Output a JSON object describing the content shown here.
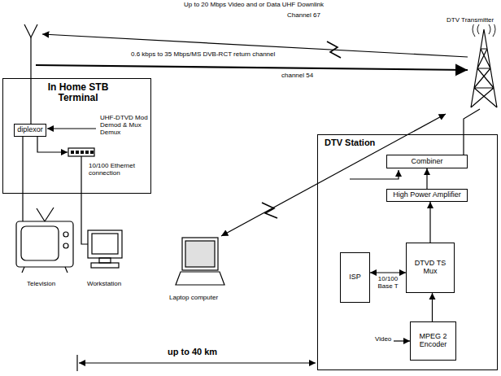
{
  "diagram": {
    "nodes": [
      {
        "text": [
          "In Home STB Terminal",
          "UHF-DTVD Mod Demod & Mux Demux"
        ]
      },
      {
        "text": [
          "diplexor"
        ],
        "in": 0
      },
      {
        "text": [
          "DTV Station"
        ]
      },
      {
        "text": [
          "Combiner"
        ],
        "in": 2
      },
      {
        "text": [
          "High Power Amplifier"
        ],
        "in": 2
      },
      {
        "text": [
          "ISP"
        ],
        "in": 2
      },
      {
        "text": [
          "DTVD TS Mux"
        ],
        "in": 2
      },
      {
        "text": [
          "MPEG 2 Encoder"
        ],
        "in": 2
      }
    ],
    "edges": [
      {
        "from": 7,
        "to": 6,
        "arrow": "to"
      },
      {
        "from": 5,
        "to": 6,
        "label": "10/100 Base T",
        "arrow": "both"
      },
      {
        "from": 6,
        "to": 4,
        "arrow": "to"
      },
      {
        "from": 4,
        "to": 3,
        "arrow": "to"
      }
    ],
    "labels": [
      "Up to 20 Mbps Video and or Data UHF Downlink",
      "Channel 67",
      "DTV Transmitter",
      "0.6 kbps to 35 Mbps/MS DVB-RCT return channel",
      "channel 54",
      "10/100 Ethernet connection",
      "Television",
      "Workstation",
      "Laptop computer",
      "Video",
      "up to 40 km"
    ]
  }
}
